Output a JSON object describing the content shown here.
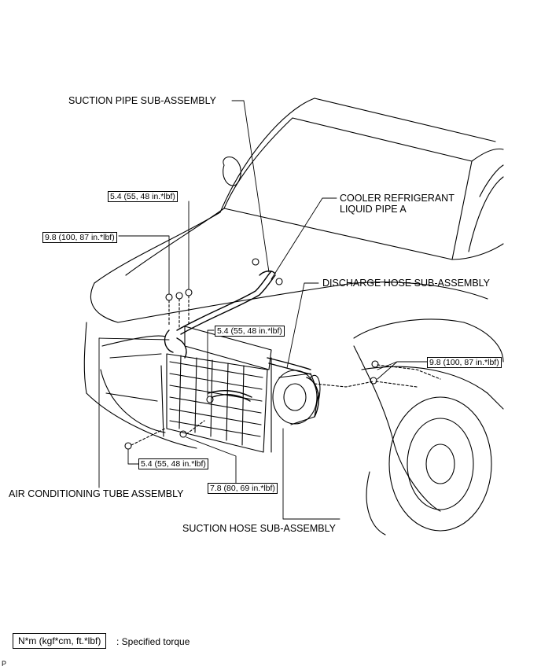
{
  "labels": {
    "suction_pipe": "SUCTION PIPE SUB-ASSEMBLY",
    "cooler_pipe_line1": "COOLER REFRIGERANT",
    "cooler_pipe_line2": "LIQUID PIPE A",
    "discharge_hose": "DISCHARGE HOSE SUB-ASSEMBLY",
    "air_conditioning_tube": "AIR CONDITIONING TUBE ASSEMBLY",
    "suction_hose": "SUCTION HOSE SUB-ASSEMBLY"
  },
  "torques": {
    "top_bolt": "5.4 (55, 48 in.*lbf)",
    "left_bolt": "9.8 (100, 87 in.*lbf)",
    "center_bolt": "5.4 (55, 48 in.*lbf)",
    "right_bolts": "9.8 (100, 87 in.*lbf)",
    "lower_left_bolt": "5.4 (55, 48 in.*lbf)",
    "lower_center_bolt": "7.8 (80, 69 in.*lbf)"
  },
  "legend": {
    "unit_box": "N*m (kgf*cm, ft.*lbf)",
    "description": ": Specified torque"
  },
  "corner_mark": "P"
}
